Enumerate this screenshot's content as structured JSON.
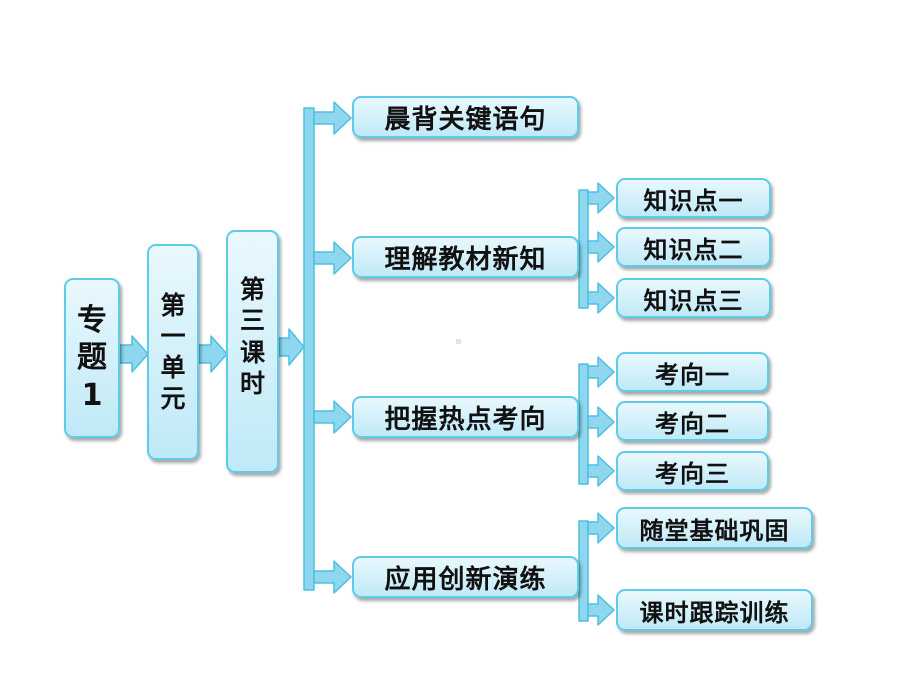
{
  "root": {
    "lines": [
      "专",
      "题",
      "1"
    ]
  },
  "unit": {
    "lines": [
      "第",
      "一",
      "单",
      "元"
    ]
  },
  "lesson": {
    "lines": [
      "第",
      "三",
      "课",
      "时"
    ]
  },
  "sections": [
    {
      "label": "晨背关键语句",
      "children": []
    },
    {
      "label": "理解教材新知",
      "children": [
        "知识点一",
        "知识点二",
        "知识点三"
      ]
    },
    {
      "label": "把握热点考向",
      "children": [
        "考向一",
        "考向二",
        "考向三"
      ]
    },
    {
      "label": "应用创新演练",
      "children": [
        "随堂基础巩固",
        "课时跟踪训练"
      ]
    }
  ],
  "colors": {
    "fill_top": "#e9f8fd",
    "fill_bottom": "#bfe9f7",
    "border": "#5ecbe8",
    "connector": "#8fd7ee",
    "connector_edge": "#4fbfe0"
  }
}
